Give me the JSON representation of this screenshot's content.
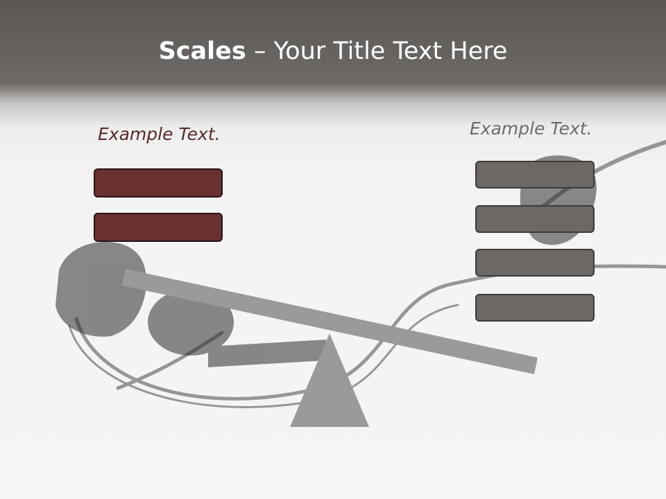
{
  "title": {
    "bold": "Scales",
    "rest": " – Your Title Text Here"
  },
  "left": {
    "label": "Example Text.",
    "color": "#6b3131",
    "label_color": "#5a2a2a",
    "box_count": 2
  },
  "right": {
    "label": "Example Text.",
    "color": "#6b6866",
    "label_color": "#6e6b6a",
    "box_count": 4
  },
  "scale": {
    "color": "#9a9a9a",
    "tilt": "right side down"
  },
  "background": {
    "image": "earphones-photo"
  }
}
